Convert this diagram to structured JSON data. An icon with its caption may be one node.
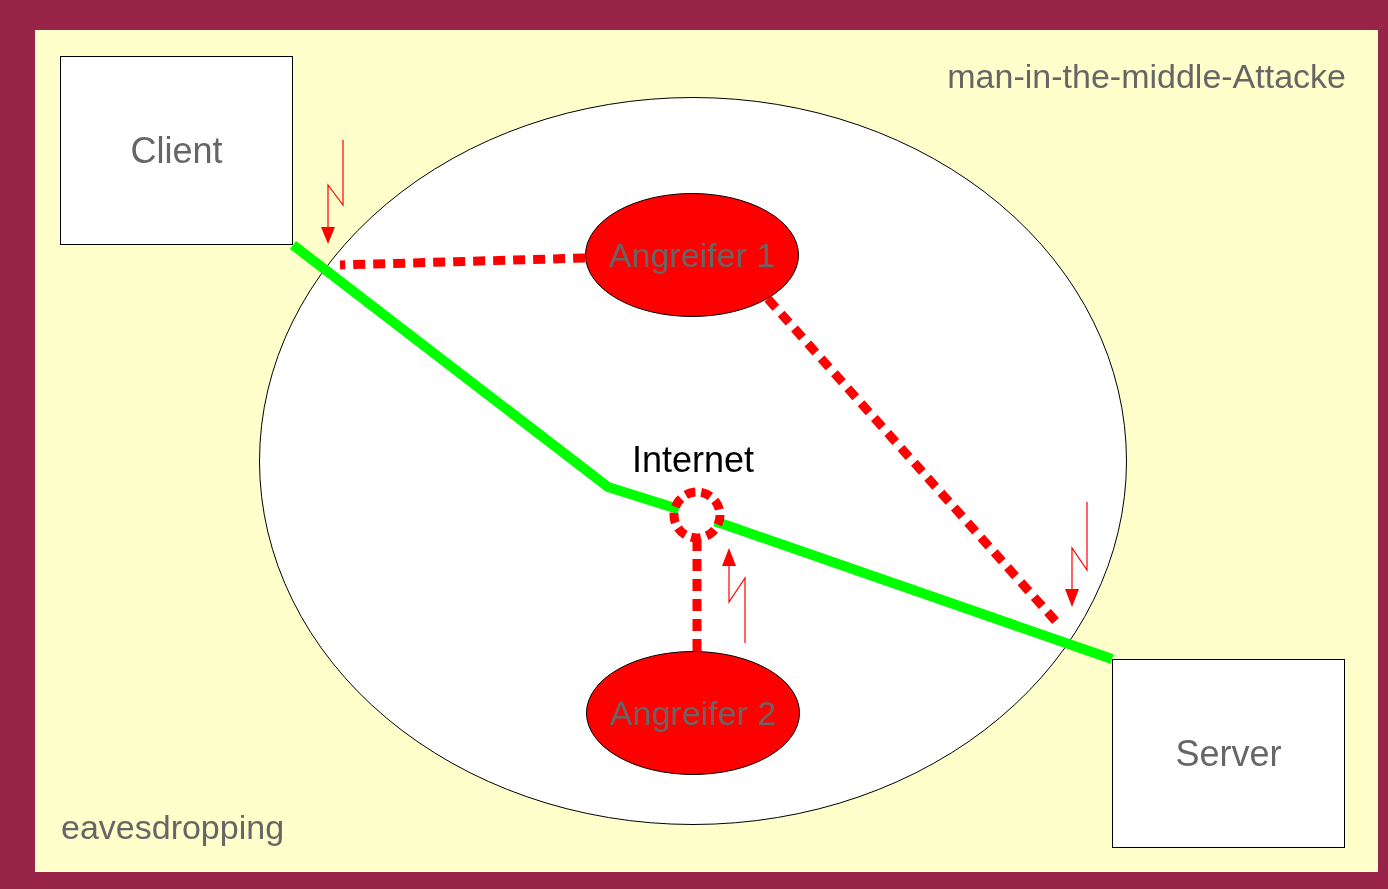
{
  "diagram": {
    "nodes": [
      {
        "text": [
          "Client"
        ]
      },
      {
        "text": [
          "Server"
        ]
      },
      {
        "text": [
          "Internet"
        ]
      },
      {
        "text": [
          "Angreifer 1"
        ],
        "in": 2
      },
      {
        "text": [
          "Angreifer 2"
        ],
        "in": 2
      },
      {
        "text": [],
        "shape": "circle",
        "in": 2
      }
    ],
    "edges": [
      {
        "from": 0,
        "to": 5,
        "arrow": "none",
        "color": "#00ff00"
      },
      {
        "from": 5,
        "to": 1,
        "arrow": "none",
        "color": "#00ff00"
      },
      {
        "from": 3,
        "to": null,
        "arrow": "none",
        "style": "dashed"
      },
      {
        "from": 3,
        "to": null,
        "arrow": "none",
        "style": "dashed"
      },
      {
        "from": 4,
        "to": 5,
        "arrow": "none",
        "style": "dashed"
      }
    ],
    "labels": [
      "man-in-the-middle-Attacke",
      "eavesdropping"
    ]
  }
}
